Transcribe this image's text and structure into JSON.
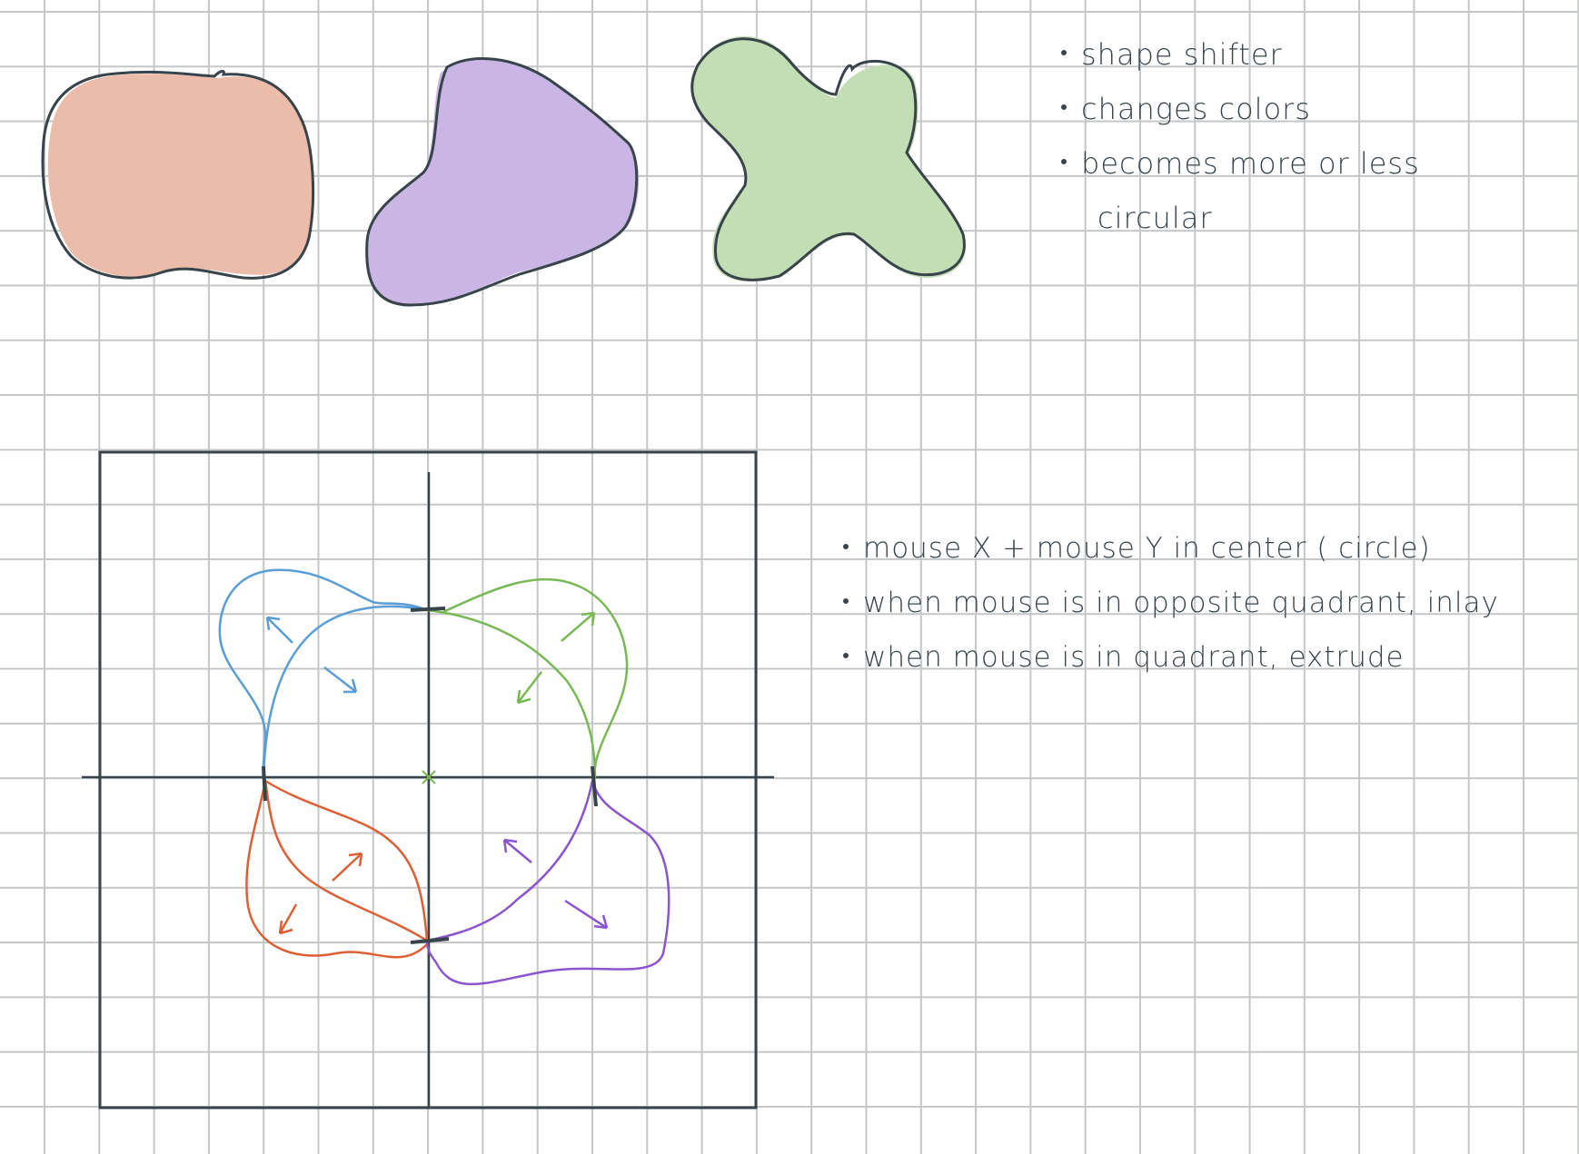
{
  "colors": {
    "background": "#ffffff",
    "grid": "#c4c6c8",
    "ink": "#38444a",
    "salmon_fill": "#ecbcaa",
    "lavender_fill": "#c9b6e5",
    "mint_fill": "#c3deb5",
    "blue_curve": "#5b9dd6",
    "green_curve": "#79b955",
    "orange_curve": "#dd5f35",
    "purple_curve": "#8b55cf"
  },
  "shapes": [
    "salmon blob",
    "lavender blob",
    "mint x-shape"
  ],
  "notes_top": {
    "line1": "shape shifter",
    "line2": "changes colors",
    "line3": "becomes more or less",
    "line3_cont": "circular"
  },
  "notes_bottom": {
    "line1": "mouse X + mouse Y  in center ( circle)",
    "line2": "when mouse is in opposite quadrant, inlay",
    "line3": "when mouse is in quadrant, extrude"
  }
}
